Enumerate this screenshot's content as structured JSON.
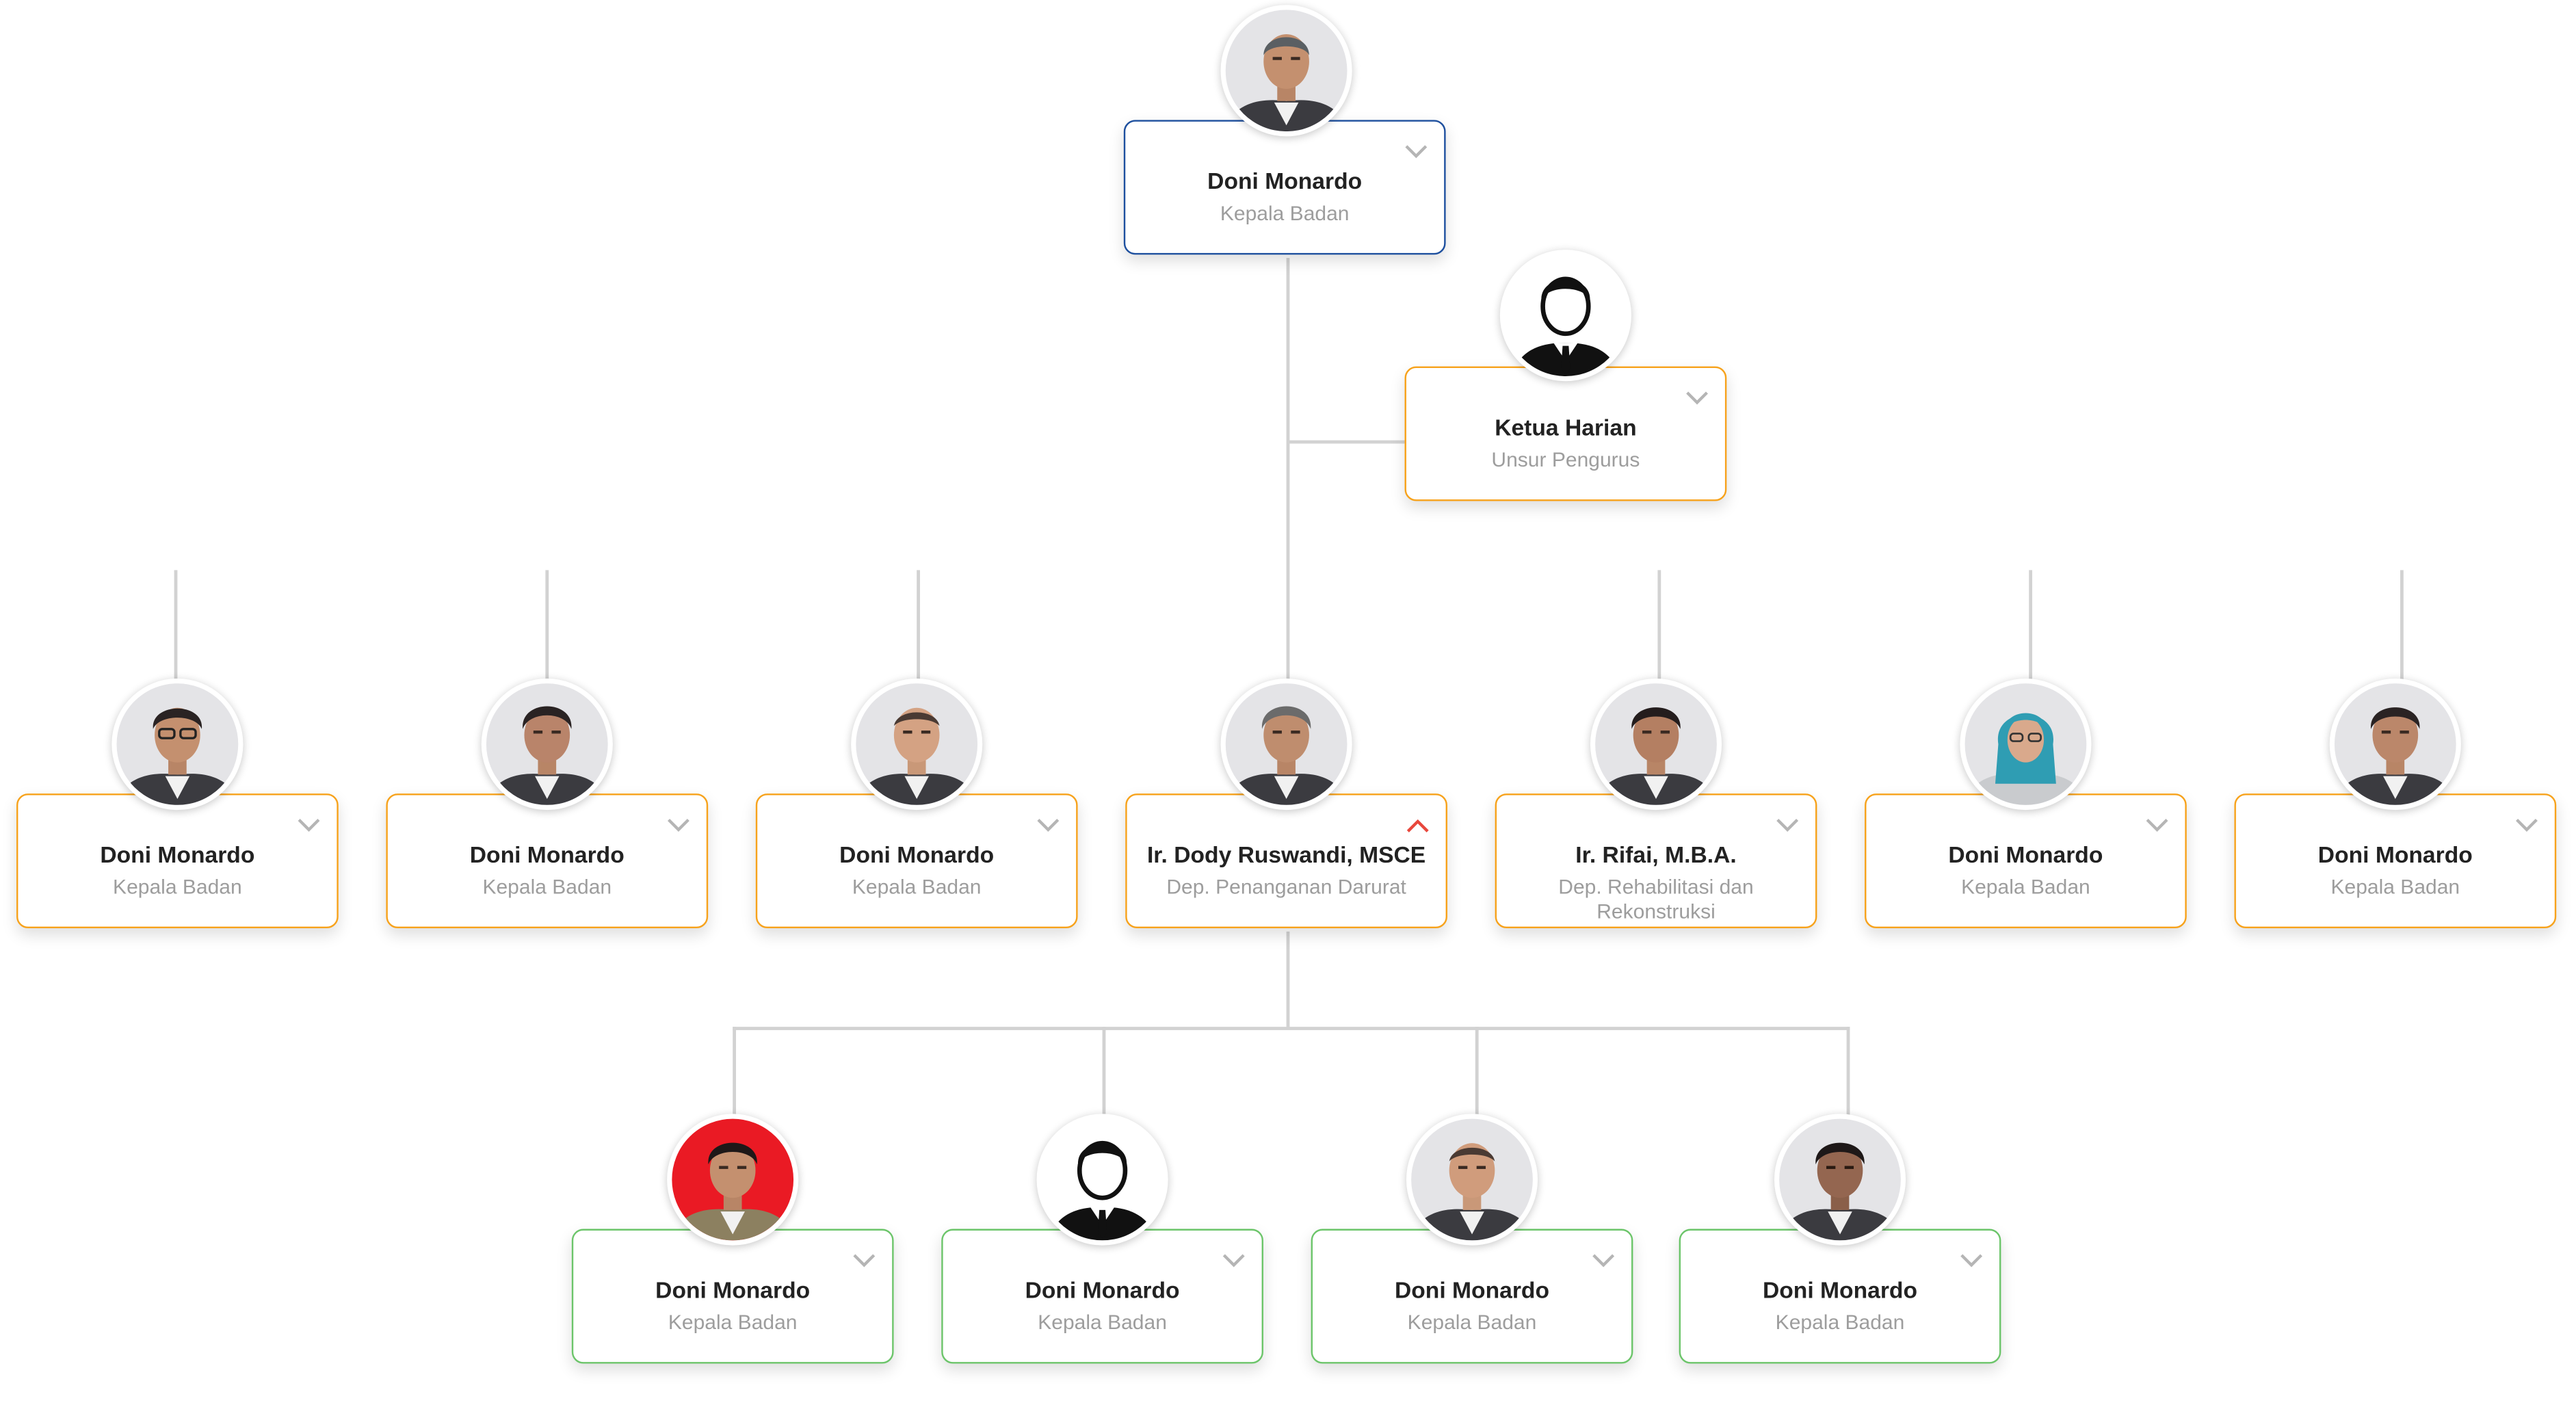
{
  "nodes": [
    {
      "id": "root",
      "name": "Doni Monardo",
      "role": "Kepala Badan",
      "border_color": "#1d4f9e",
      "avatar": "photo-man-bald",
      "chevron": "chevron-down"
    },
    {
      "id": "ketua",
      "name": "Ketua Harian",
      "role": "Unsur Pengurus",
      "border_color": "#f7a21b",
      "avatar": "silhouette-icon",
      "chevron": "chevron-down"
    },
    {
      "id": "l2-1",
      "name": "Doni Monardo",
      "role": "Kepala Badan",
      "border_color": "#f7a21b",
      "avatar": "photo-man-glasses",
      "chevron": "chevron-down"
    },
    {
      "id": "l2-2",
      "name": "Doni Monardo",
      "role": "Kepala Badan",
      "border_color": "#f7a21b",
      "avatar": "photo-man",
      "chevron": "chevron-down"
    },
    {
      "id": "l2-3",
      "name": "Doni Monardo",
      "role": "Kepala Badan",
      "border_color": "#f7a21b",
      "avatar": "photo-man-bald",
      "chevron": "chevron-down"
    },
    {
      "id": "l2-4",
      "name": "Ir. Dody Ruswandi, MSCE",
      "role": "Dep. Penanganan Darurat",
      "border_color": "#f7a21b",
      "avatar": "photo-man-grey-hair",
      "chevron": "chevron-up"
    },
    {
      "id": "l2-5",
      "name": "Ir. Rifai, M.B.A.",
      "role": "Dep. Rehabilitasi dan Rekonstruksi",
      "border_color": "#f7a21b",
      "avatar": "photo-man",
      "chevron": "chevron-down"
    },
    {
      "id": "l2-6",
      "name": "Doni Monardo",
      "role": "Kepala Badan",
      "border_color": "#f7a21b",
      "avatar": "photo-woman-hijab",
      "chevron": "chevron-down"
    },
    {
      "id": "l2-7",
      "name": "Doni Monardo",
      "role": "Kepala Badan",
      "border_color": "#f7a21b",
      "avatar": "photo-man",
      "chevron": "chevron-down"
    },
    {
      "id": "l3-1",
      "name": "Doni Monardo",
      "role": "Kepala Badan",
      "border_color": "#6cc56a",
      "avatar": "photo-man-red-background",
      "chevron": "chevron-down"
    },
    {
      "id": "l3-2",
      "name": "Doni Monardo",
      "role": "Kepala Badan",
      "border_color": "#6cc56a",
      "avatar": "silhouette-icon",
      "chevron": "chevron-down"
    },
    {
      "id": "l3-3",
      "name": "Doni Monardo",
      "role": "Kepala Badan",
      "border_color": "#6cc56a",
      "avatar": "photo-man-bald",
      "chevron": "chevron-down"
    },
    {
      "id": "l3-4",
      "name": "Doni Monardo",
      "role": "Kepala Badan",
      "border_color": "#6cc56a",
      "avatar": "photo-man",
      "chevron": "chevron-down"
    }
  ],
  "colors": {
    "chevron_down": "#b5b5b5",
    "chevron_up": "#e8473c",
    "connector": "#d2d2d2",
    "name_text": "#222222",
    "role_text": "#9d9d9d"
  }
}
